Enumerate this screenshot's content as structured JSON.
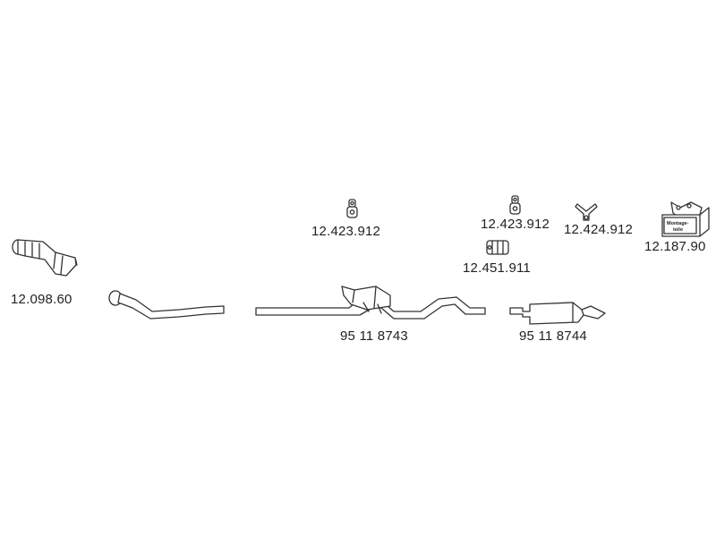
{
  "parts": [
    {
      "id": "catalytic-converter",
      "number": "12.098.60"
    },
    {
      "id": "front-pipe",
      "number": ""
    },
    {
      "id": "middle-silencer",
      "number": "95 11 8743"
    },
    {
      "id": "rear-silencer",
      "number": "95 11 8744"
    },
    {
      "id": "rubber-mount-a",
      "number": "12.423.912"
    },
    {
      "id": "rubber-mount-b",
      "number": "12.423.912"
    },
    {
      "id": "hanger-y",
      "number": "12.424.912"
    },
    {
      "id": "clamp",
      "number": "12.451.911"
    },
    {
      "id": "mounting-kit",
      "number": "12.187.90",
      "box_text": [
        "Montage-",
        "teile"
      ]
    }
  ],
  "colors": {
    "line": "#333333",
    "fill": "#ffffff",
    "text": "#222222"
  }
}
